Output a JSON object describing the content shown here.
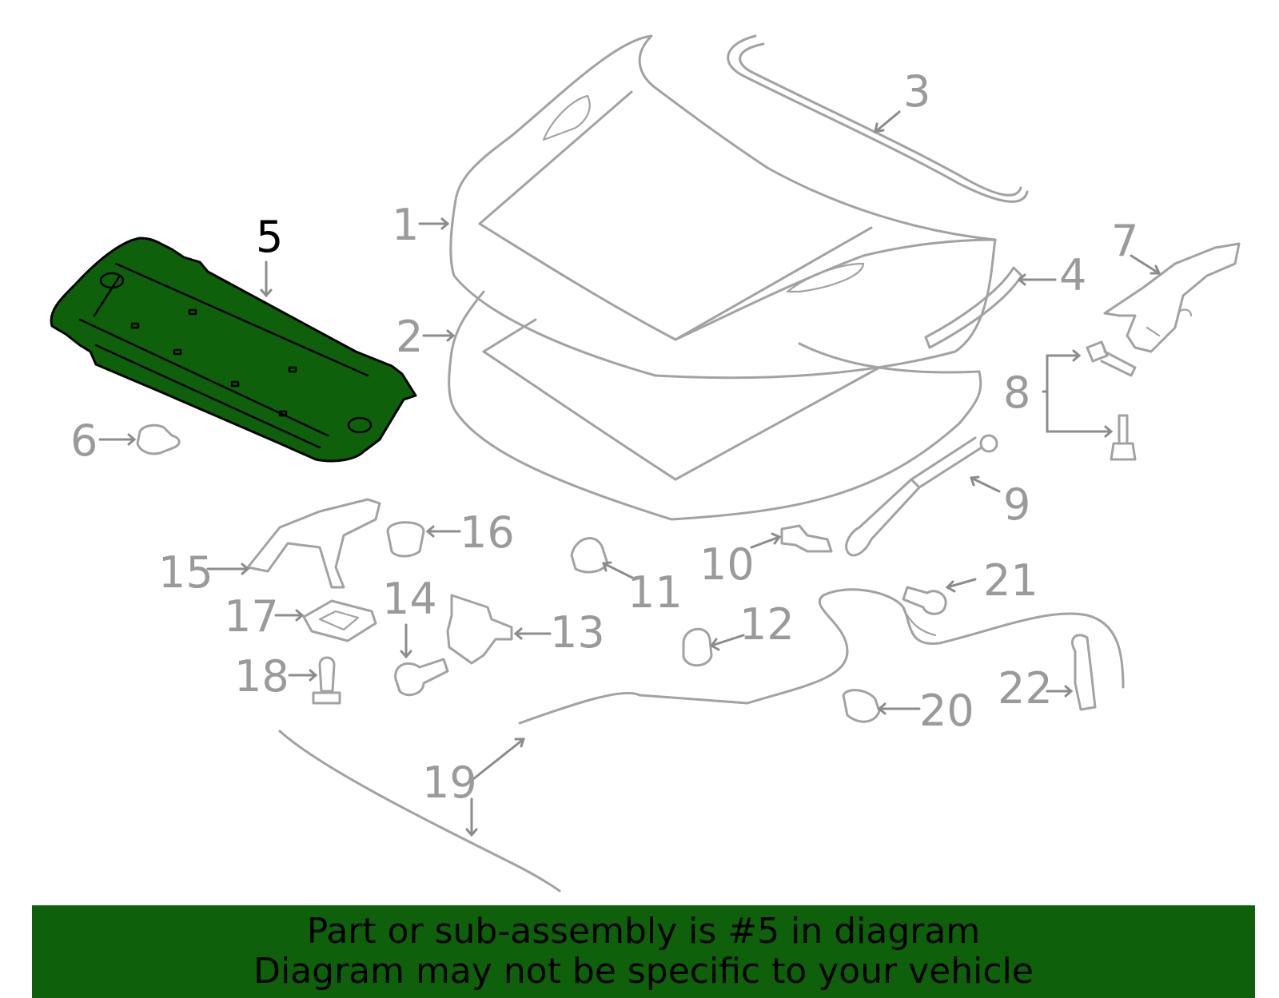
{
  "diagram": {
    "highlighted_part": "5",
    "colors": {
      "highlight": "#0f600b",
      "line": "#a2a2a2",
      "callout": "#9a9a9a",
      "banner": "#0f600b"
    },
    "callouts": [
      "1",
      "2",
      "3",
      "4",
      "5",
      "6",
      "7",
      "8",
      "9",
      "10",
      "11",
      "12",
      "13",
      "14",
      "15",
      "16",
      "17",
      "18",
      "19",
      "20",
      "21",
      "22"
    ]
  },
  "banner": {
    "line1": "Part or sub-assembly is #5 in diagram",
    "line2": "Diagram may not be specific to your vehicle"
  }
}
